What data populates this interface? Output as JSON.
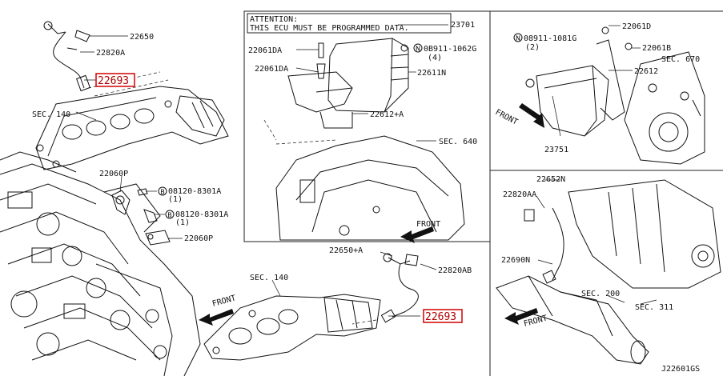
{
  "diagram_code": "J22601GS",
  "attention": {
    "line1": "ATTENTION:",
    "line2": "THIS ECU MUST BE PROGRAMMED DATA."
  },
  "highlight_color": "#d40000",
  "highlighted_parts": [
    "22693",
    "22693"
  ],
  "labels": {
    "p22650": "22650",
    "p22820a": "22820A",
    "sec140_top": "SEC. 140",
    "p22060p_top": "22060P",
    "bolt1_num": "08120-8301A",
    "bolt1_qty": "(1)",
    "bolt2_num": "08120-8301A",
    "bolt2_qty": "(1)",
    "p22060p_low": "22060P",
    "p23701": "23701",
    "p22061da_1": "22061DA",
    "p22061da_2": "22061DA",
    "nut_num": "0B911-1062G",
    "nut_qty": "(4)",
    "p22611n": "22611N",
    "p22612a": "22612+A",
    "sec640": "SEC. 640",
    "front_mid": "FRONT",
    "nut2_num": "08911-1081G",
    "nut2_qty": "(2)",
    "p22061d": "22061D",
    "p22061b": "22061B",
    "sec670": "SEC. 670",
    "p22612": "22612",
    "front_right": "FRONT",
    "p23751": "23751",
    "p22652n": "22652N",
    "p22820aa": "22820AA",
    "p22690n": "22690N",
    "sec200": "SEC. 200",
    "sec311": "SEC. 311",
    "front_rb": "FRONT",
    "p22650a": "22650+A",
    "p22820ab": "22820AB",
    "sec140_low": "SEC. 140",
    "front_left": "FRONT",
    "p22693_hidden": "22693"
  },
  "icons": [
    "n-circle-icon",
    "b-circle-icon",
    "front-arrow-icon",
    "bolt-icon",
    "nut-icon"
  ]
}
